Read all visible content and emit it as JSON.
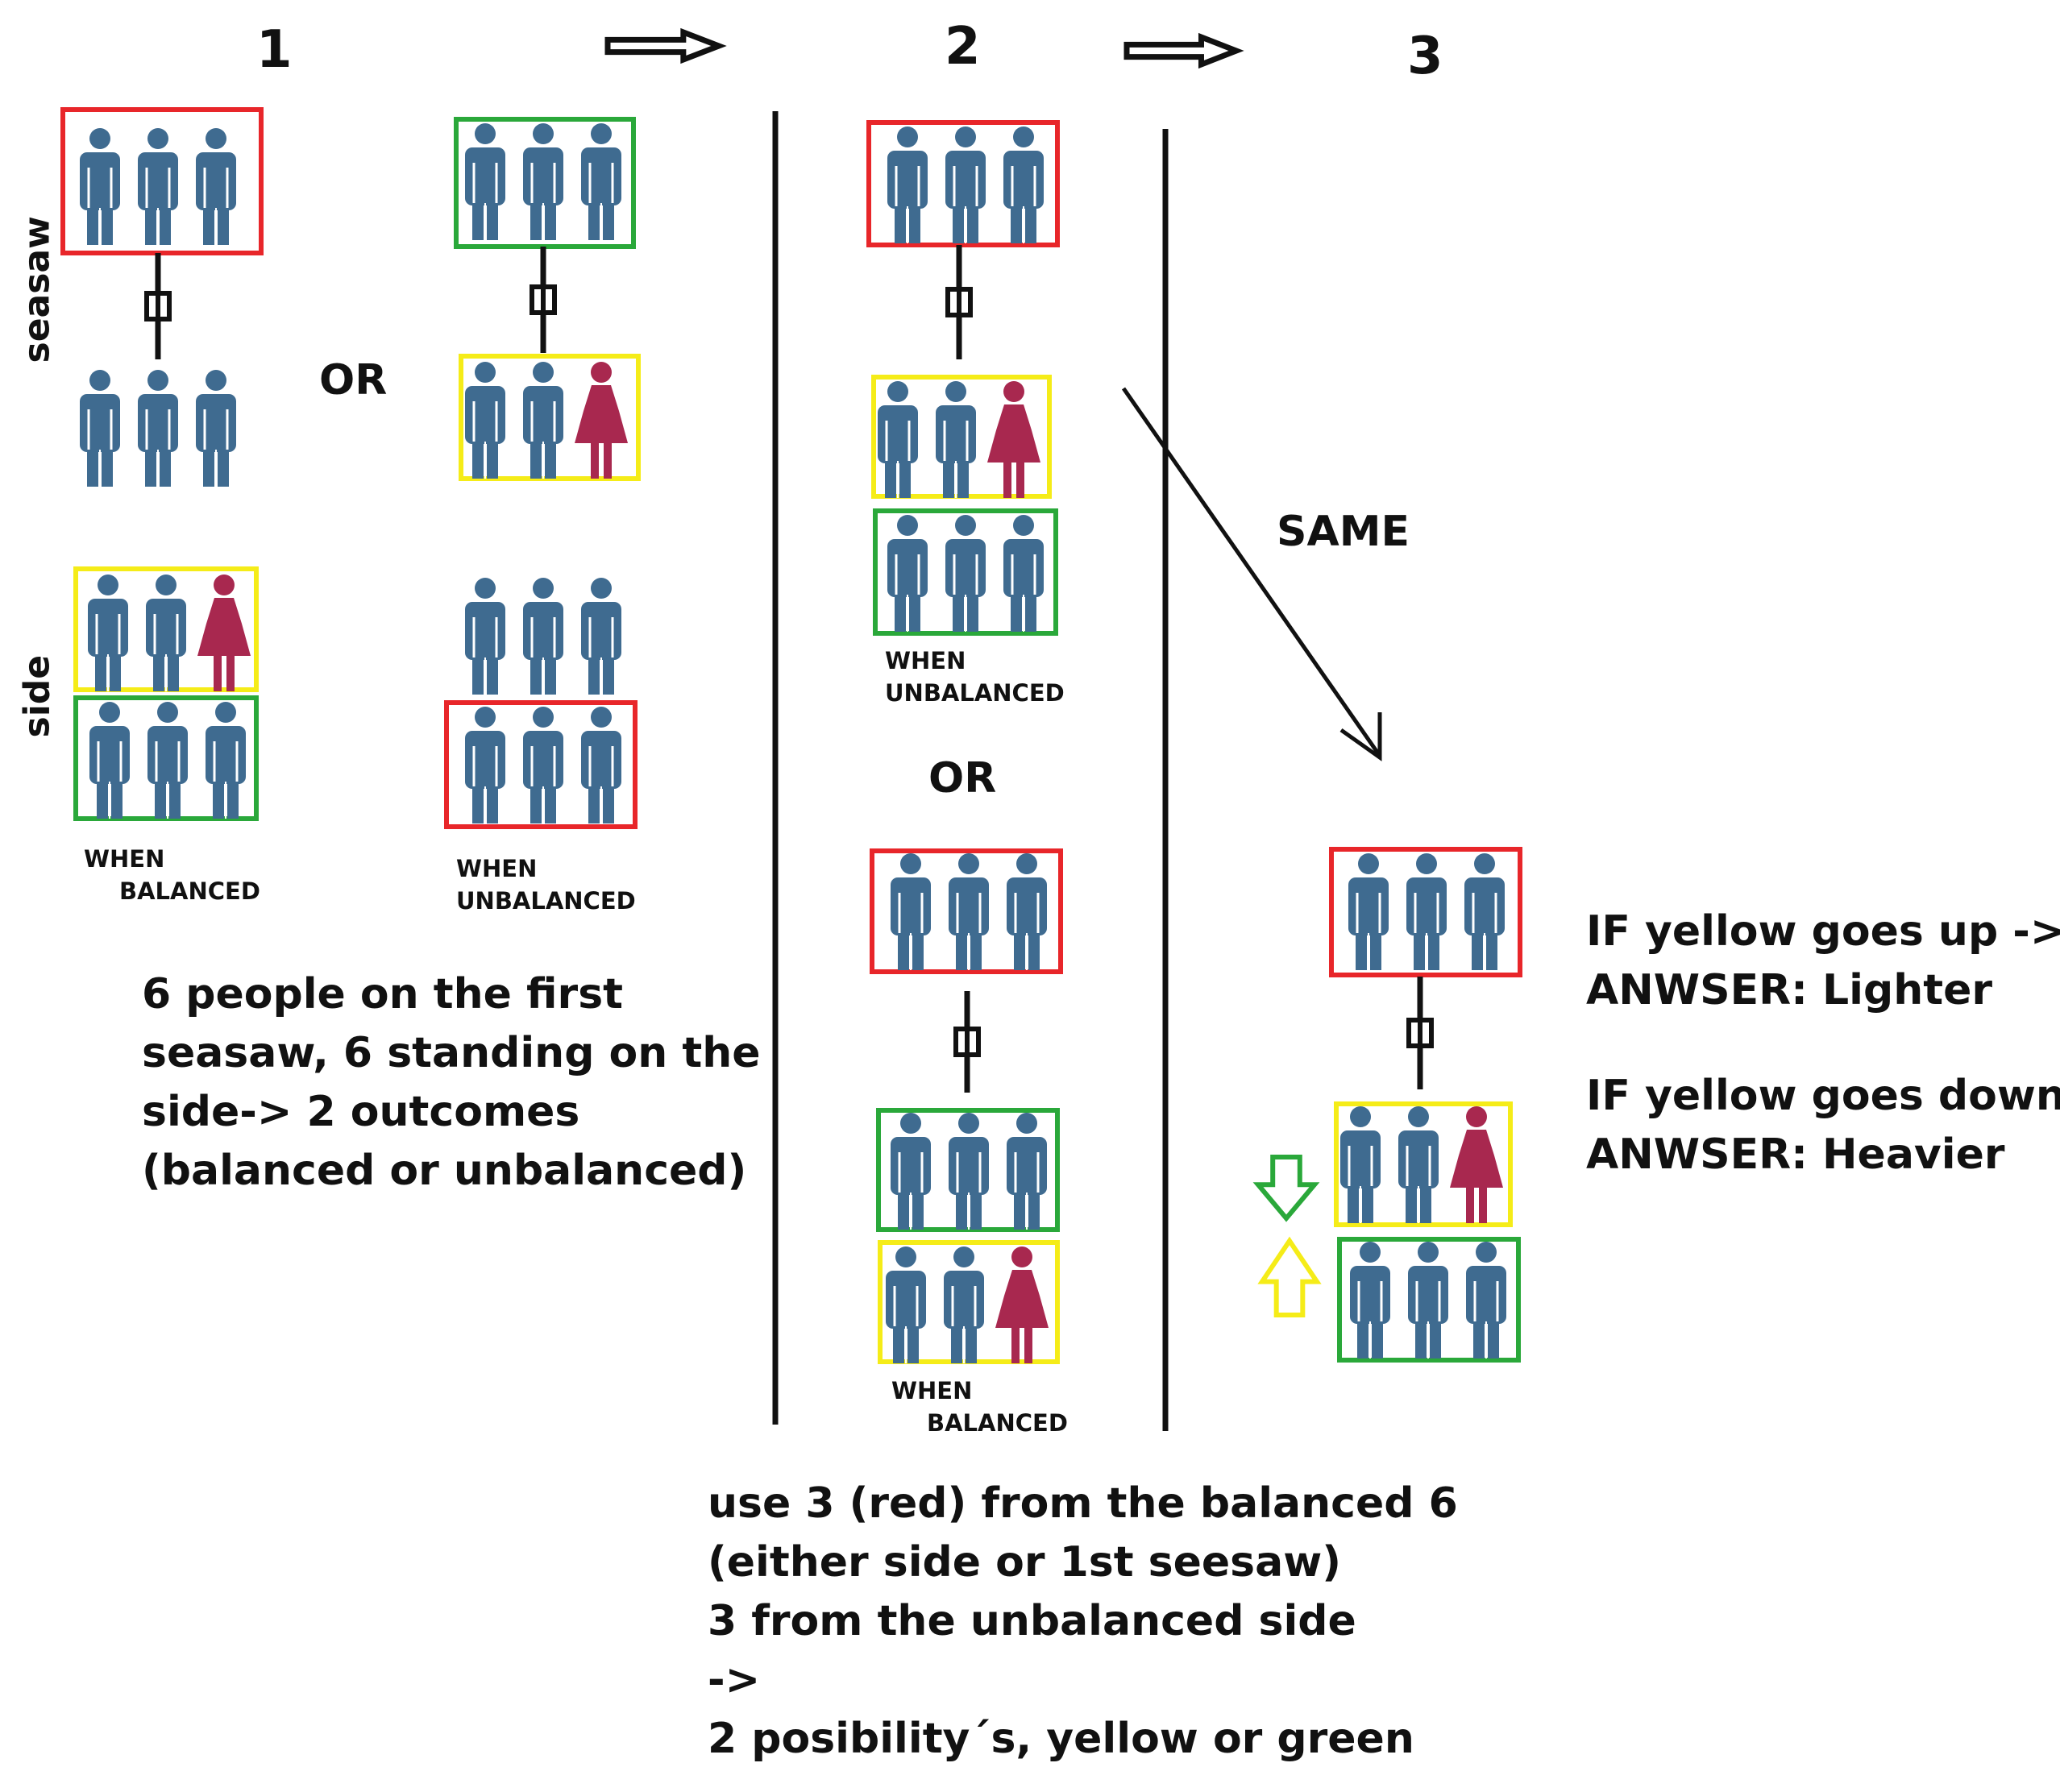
{
  "steps": {
    "step1": "1",
    "step2": "2",
    "step3": "3"
  },
  "axis_labels": {
    "seasaw": "seasaw",
    "side": "side"
  },
  "connectors": {
    "or_1": "OR",
    "or_2": "OR",
    "same": "SAME"
  },
  "captions": {
    "when_balanced_1_a": "WHEN",
    "when_balanced_1_b": "BALANCED",
    "when_unbalanced_1_a": "WHEN",
    "when_unbalanced_1_b": "UNBALANCED",
    "when_unbalanced_2_a": "WHEN",
    "when_unbalanced_2_b": "UNBALANCED",
    "when_balanced_2_a": "WHEN",
    "when_balanced_2_b": "BALANCED"
  },
  "notes": {
    "step1_lines": [
      "6 people on the first",
      "seasaw, 6 standing on the",
      "side-> 2 outcomes",
      "(balanced or unbalanced)"
    ],
    "step2_lines": [
      "use 3 (red) from the balanced 6",
      "(either side or 1st seesaw)",
      "3 from the unbalanced side",
      "->",
      "2 posibility´s, yellow or green"
    ],
    "answer_up_1": "IF yellow goes up ->",
    "answer_up_2": "ANWSER: Lighter",
    "answer_down_1": "IF yellow goes down ->",
    "answer_down_2": "ANWSER: Heavier"
  },
  "colors": {
    "man": "#3f6b90",
    "woman": "#a8284f",
    "red_box": "#e8262a",
    "green_box": "#2aa83a",
    "yellow_box": "#f5ec18",
    "line": "#111111"
  }
}
